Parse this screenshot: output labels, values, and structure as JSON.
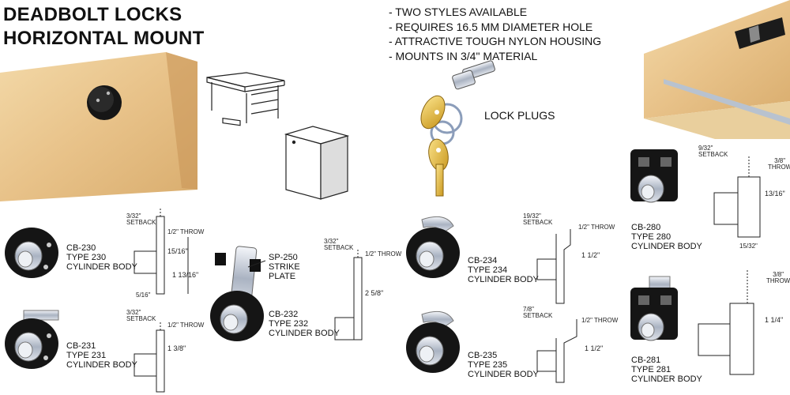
{
  "title": {
    "line1": "DEADBOLT LOCKS",
    "line2": "HORIZONTAL MOUNT"
  },
  "features": [
    "- TWO STYLES AVAILABLE",
    "- REQUIRES 16.5 MM DIAMETER HOLE",
    "- ATTRACTIVE TOUGH NYLON HOUSING",
    "- MOUNTS IN 3/4\" MATERIAL"
  ],
  "lock_plugs_label": "LOCK PLUGS",
  "strike_plate": {
    "l1": "SP-250",
    "l2": "STRIKE",
    "l3": "PLATE"
  },
  "products": [
    {
      "code": "CB-230",
      "type": "TYPE 230",
      "desc": "CYLINDER BODY"
    },
    {
      "code": "CB-231",
      "type": "TYPE 231",
      "desc": "CYLINDER BODY"
    },
    {
      "code": "CB-232",
      "type": "TYPE 232",
      "desc": "CYLINDER BODY"
    },
    {
      "code": "CB-234",
      "type": "TYPE 234",
      "desc": "CYLINDER BODY"
    },
    {
      "code": "CB-235",
      "type": "TYPE 235",
      "desc": "CYLINDER BODY"
    },
    {
      "code": "CB-280",
      "type": "TYPE 280",
      "desc": "CYLINDER BODY"
    },
    {
      "code": "CB-281",
      "type": "TYPE 281",
      "desc": "CYLINDER BODY"
    }
  ],
  "dims": {
    "setback": "SETBACK",
    "throw": "THROW",
    "half_throw": "1/2\" THROW",
    "s_3_32": "3/32\"",
    "s_19_32": "19/32\"",
    "s_7_8": "7/8\"",
    "s_9_32": "9/32\"",
    "d_15_16": "15/16\"",
    "d_1_13_16": "1 13/16\"",
    "d_5_16": "5/16\"",
    "d_1_3_8": "1 3/8\"",
    "d_2_5_8": "2 5/8\"",
    "d_1_1_2": "1 1/2\"",
    "d_3_8": "3/8\"",
    "d_13_16": "13/16\"",
    "d_15_32": "15/32\"",
    "d_1_1_4": "1 1/4\""
  }
}
